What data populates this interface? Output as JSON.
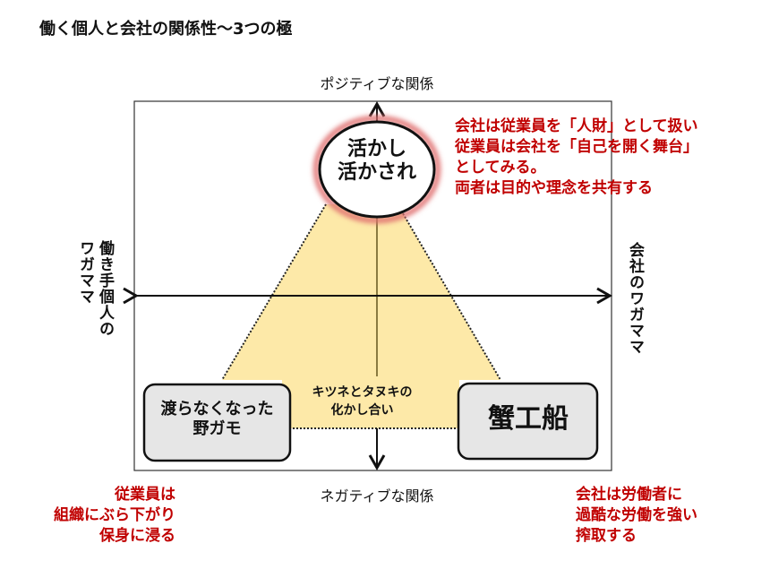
{
  "title": "働く個人と会社の関係性～3つの極",
  "axes": {
    "top": "ポジティブな関係",
    "bottom": "ネガティブな関係",
    "left_lines": [
      "働き手個人の",
      "ワガママ"
    ],
    "right": "会社のワガママ"
  },
  "nodes": {
    "top_lines": [
      "活かし",
      "活かされ"
    ],
    "left_lines": [
      "渡らなくなった",
      "野ガモ"
    ],
    "right": "蟹工船",
    "middle_lines": [
      "キツネとタヌキの",
      "化かし合い"
    ]
  },
  "notes": {
    "top_lines": [
      "会社は従業員を「人財」として扱い",
      "従業員は会社を「自己を開く舞台」",
      "としてみる。",
      "両者は目的や理念を共有する"
    ],
    "left_lines": [
      "従業員は",
      "組織にぶら下がり",
      "保身に浸る"
    ],
    "right_lines": [
      "会社は労働者に",
      "過酷な労働を強い",
      "搾取する"
    ]
  },
  "colors": {
    "accent_red": "#c00000",
    "triangle_fill": "#fde9a8",
    "box_fill": "#e6e6e6"
  }
}
